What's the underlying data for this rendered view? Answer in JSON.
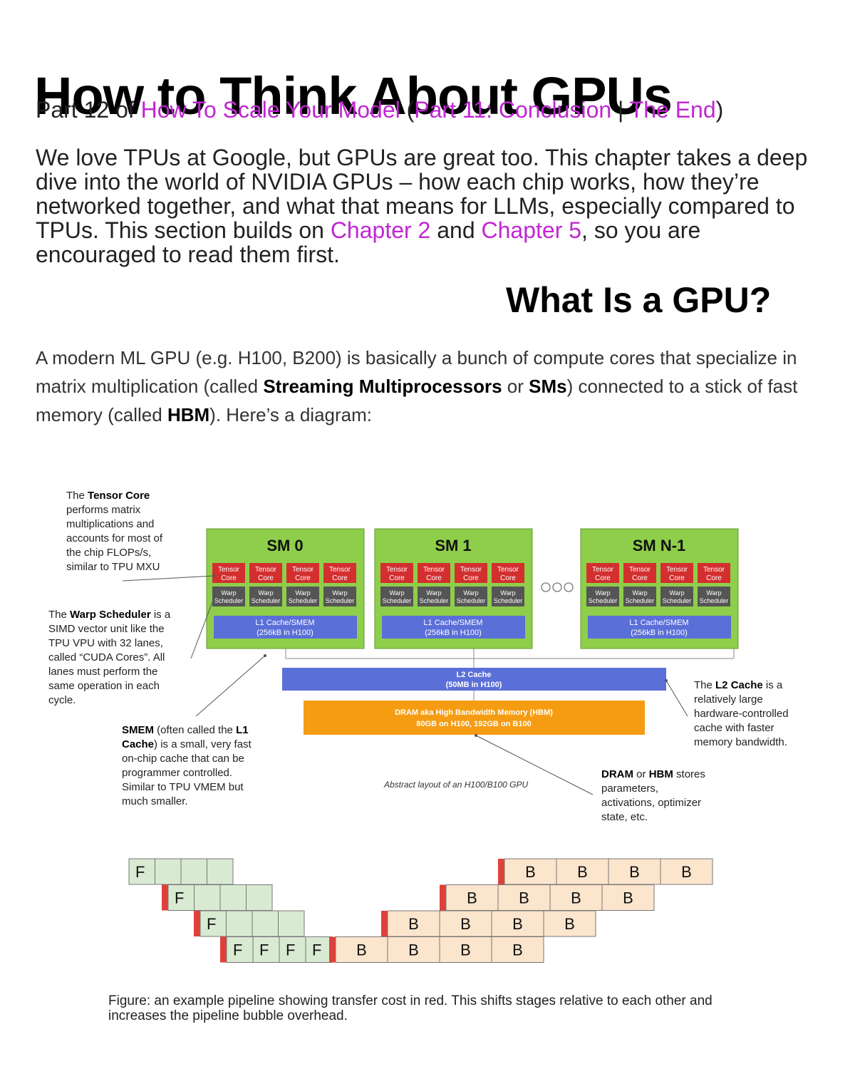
{
  "title": "How to Think About GPUs",
  "subtitle": {
    "prefix": "Part 12 of ",
    "book_link": "How To Scale Your Model",
    "open_paren": " (",
    "prev_link": "Part 11: Conclusion",
    "sep": " | ",
    "next_link": "The End",
    "close_paren": ")"
  },
  "intro": {
    "t1": "We love TPUs at Google, but GPUs are great too. This chapter takes a deep dive into the world of NVIDIA GPUs – how each chip works, how they’re networked together, and what that means for LLMs, especially compared to TPUs. This section builds on ",
    "link1": "Chapter 2",
    "t2": " and ",
    "link2": "Chapter 5",
    "t3": ", so you are encouraged to read them first."
  },
  "section_heading": "What Is a GPU?",
  "body1": {
    "t1": "A modern ML GPU (e.g. H100, B200) is basically a bunch of compute cores that specialize in matrix multiplication (called ",
    "b1": "Streaming Multiprocessors",
    "t2": " or ",
    "b2": "SMs",
    "t3": ") connected to a stick of fast memory (called ",
    "b3": "HBM",
    "t4": "). Here’s a diagram:"
  },
  "diagram": {
    "sms": [
      {
        "label": "SM 0"
      },
      {
        "label": "SM 1"
      },
      {
        "label": "SM N-1"
      }
    ],
    "tensor_core": [
      "Tensor",
      "Core"
    ],
    "warp_scheduler": [
      "Warp",
      "Scheduler"
    ],
    "l1": [
      "L1 Cache/SMEM",
      "(256kB in H100)"
    ],
    "l2": [
      "L2 Cache",
      "(50MB in H100)"
    ],
    "dram": [
      "DRAM aka High Bandwidth Memory (HBM)",
      "80GB on H100, 192GB on B100"
    ],
    "abstract_caption": "Abstract layout of an H100/B100 GPU",
    "notes": {
      "tensor": [
        [
          {
            "t": "The "
          },
          {
            "b": "Tensor Core"
          }
        ],
        [
          {
            "t": "performs matrix"
          }
        ],
        [
          {
            "t": "multiplications and"
          }
        ],
        [
          {
            "t": "accounts for most of"
          }
        ],
        [
          {
            "t": "the chip FLOPs/s,"
          }
        ],
        [
          {
            "t": "similar to TPU MXU"
          }
        ]
      ],
      "warp": [
        [
          {
            "t": "The "
          },
          {
            "b": "Warp Scheduler"
          },
          {
            "t": " is a"
          }
        ],
        [
          {
            "t": "SIMD vector unit like the"
          }
        ],
        [
          {
            "t": "TPU VPU with 32 lanes,"
          }
        ],
        [
          {
            "t": "called “CUDA Cores”. All"
          }
        ],
        [
          {
            "t": "lanes must perform the"
          }
        ],
        [
          {
            "t": "same operation in each"
          }
        ],
        [
          {
            "t": "cycle."
          }
        ]
      ],
      "smem": [
        [
          {
            "b": "SMEM"
          },
          {
            "t": " (often called the "
          },
          {
            "b": "L1"
          }
        ],
        [
          {
            "b": "Cache"
          },
          {
            "t": ") is a small, very fast"
          }
        ],
        [
          {
            "t": "on-chip cache that can be"
          }
        ],
        [
          {
            "t": "programmer controlled."
          }
        ],
        [
          {
            "t": "Similar to TPU VMEM but"
          }
        ],
        [
          {
            "t": "much smaller."
          }
        ]
      ],
      "l2": [
        [
          {
            "t": "The "
          },
          {
            "b": "L2 Cache"
          },
          {
            "t": " is a"
          }
        ],
        [
          {
            "t": "relatively large"
          }
        ],
        [
          {
            "t": "hardware-controlled"
          }
        ],
        [
          {
            "t": "cache with faster"
          }
        ],
        [
          {
            "t": "memory bandwidth."
          }
        ]
      ],
      "dram": [
        [
          {
            "b": "DRAM"
          },
          {
            "t": " or "
          },
          {
            "b": "HBM"
          },
          {
            "t": " stores"
          }
        ],
        [
          {
            "t": "parameters,"
          }
        ],
        [
          {
            "t": "activations, optimizer"
          }
        ],
        [
          {
            "t": "state, etc."
          }
        ]
      ]
    }
  },
  "pipeline": {
    "rows": [
      {
        "left": [
          "F",
          "",
          "",
          ""
        ],
        "right": [
          "B",
          "B",
          "B",
          "B"
        ]
      },
      {
        "left": [
          "F",
          "",
          "",
          ""
        ],
        "right": [
          "B",
          "B",
          "B",
          "B"
        ]
      },
      {
        "left": [
          "F",
          "",
          "",
          ""
        ],
        "right": [
          "B",
          "B",
          "B",
          "B"
        ]
      },
      {
        "left": [
          "F",
          "F",
          "F",
          "F"
        ],
        "right": [
          "B",
          "B",
          "B",
          "B"
        ]
      }
    ],
    "colors": {
      "forward": "#d9ead3",
      "backward": "#fce5cd",
      "transfer": "#e0403a"
    }
  },
  "caption": {
    "label": "Figure:",
    "text": " an example pipeline showing transfer cost in red. This shifts stages relative to each other and increases the pipeline bubble overhead."
  },
  "colors": {
    "link": "#c026d3",
    "sm_green": "#8fce4a",
    "tensor_red": "#d32f2f",
    "warp_gray": "#555555",
    "cache_blue": "#5b6fd8",
    "dram_orange": "#f59c12"
  }
}
